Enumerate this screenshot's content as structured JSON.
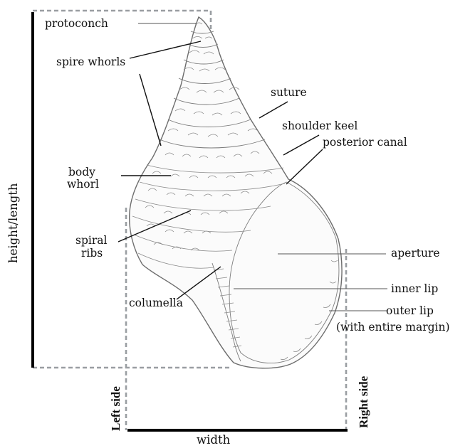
{
  "labels": {
    "protoconch": "protoconch",
    "spire_whorls": "spire whorls",
    "suture": "suture",
    "shoulder_keel": "shoulder keel",
    "posterior_canal": "posterior canal",
    "body_whorl_1": "body",
    "body_whorl_2": "whorl",
    "spiral_ribs_1": "spiral",
    "spiral_ribs_2": "ribs",
    "aperture": "aperture",
    "columella": "columella",
    "inner_lip": "inner lip",
    "outer_lip_1": "outer lip",
    "outer_lip_2": "(with entire margin)",
    "height": "height/length",
    "left_side": "Left side",
    "right_side": "Right side",
    "width": "width"
  },
  "colors": {
    "text": "#111111",
    "dashed_box": "#9a9ea2",
    "measure_bar": "#000000",
    "shell_outline": "#6d6d6d"
  }
}
